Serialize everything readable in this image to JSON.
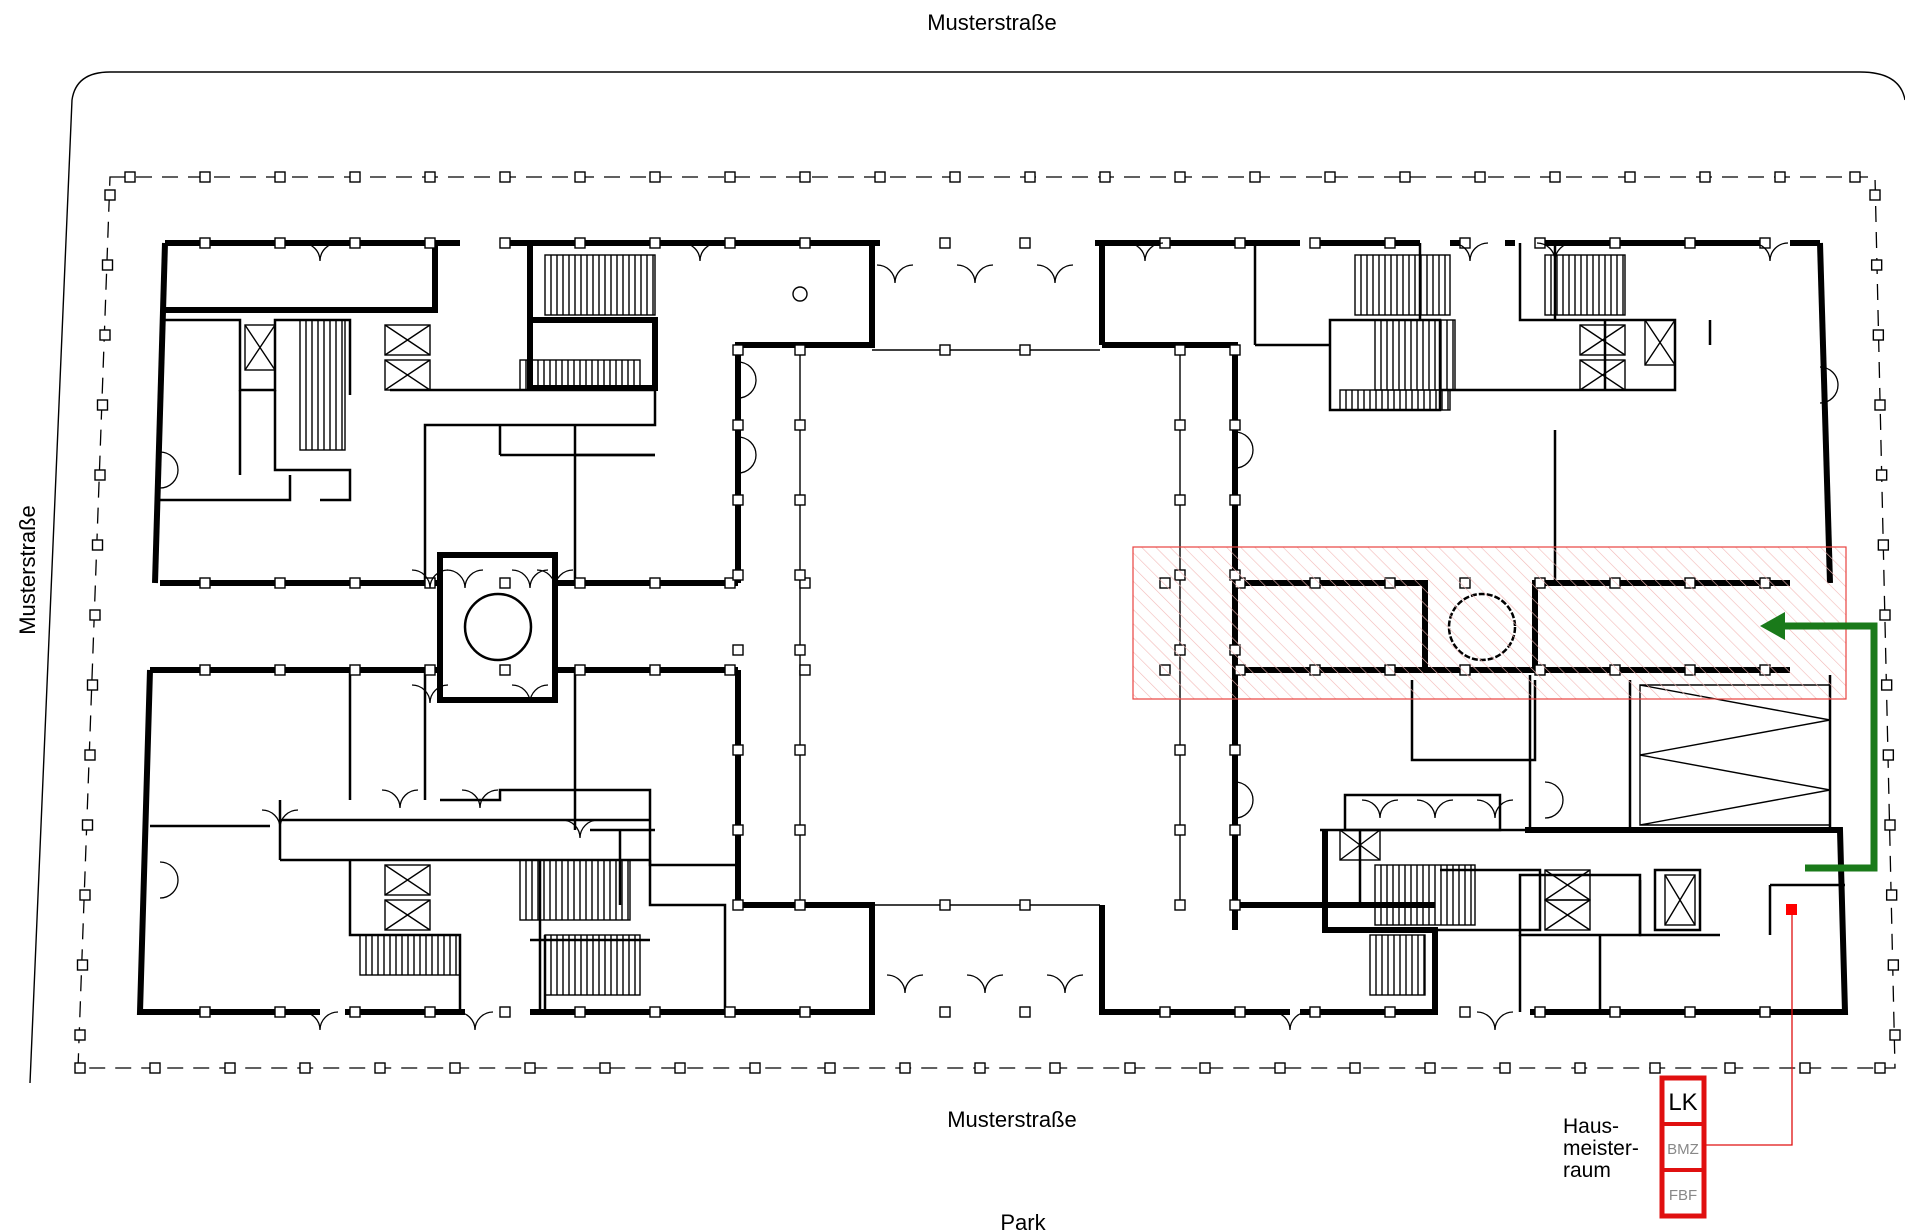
{
  "labels": {
    "street_top": "Musterstraße",
    "street_left": "Musterstraße",
    "street_bottom": "Musterstraße",
    "park": "Park",
    "room_line1": "Haus-",
    "room_line2": "meister-",
    "room_line3": "raum"
  },
  "panel": {
    "lk": "LK",
    "bmz": "BMZ",
    "fbf": "FBF"
  },
  "colors": {
    "wall": "#000000",
    "fire_zone": "#e8423f",
    "access_arrow": "#1a7a1a",
    "panel_border": "#e01010",
    "alarm_point": "#ff0000"
  }
}
